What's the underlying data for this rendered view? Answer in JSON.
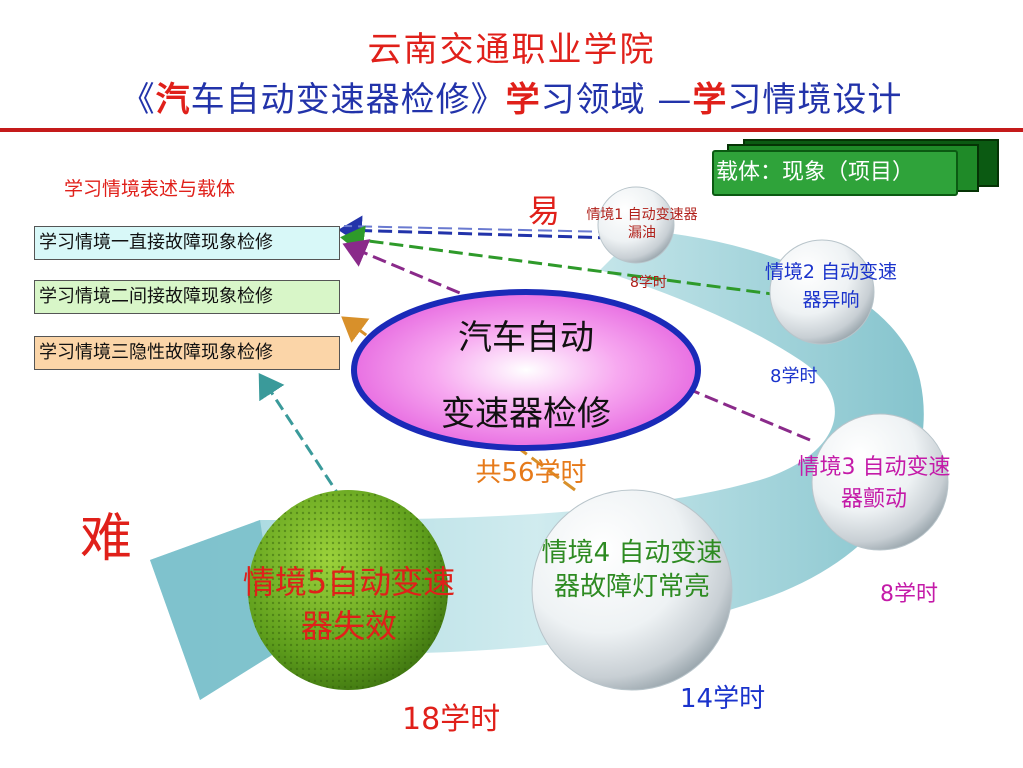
{
  "header": {
    "title": "云南交通职业学院",
    "subtitle_prefix": "《",
    "subtitle_bold1": "汽",
    "subtitle_mid": "车自动变速器检修》",
    "subtitle_bold2": "学",
    "subtitle_mid2": "习领域 —",
    "subtitle_bold3": "学",
    "subtitle_end": "习情境设计"
  },
  "legend": {
    "caption": "学习情境表述与载体",
    "boxes": [
      {
        "label": "学习情境一直接故障现象检修",
        "color": "#d8f8f8"
      },
      {
        "label": "学习情境二间接故障现象检修",
        "color": "#d8f6c8"
      },
      {
        "label": "学习情境三隐性故障现象检修",
        "color": "#fbd5a8"
      }
    ]
  },
  "carrier": {
    "label": "载体：现象（项目）"
  },
  "center": {
    "line1": "汽车自动",
    "line2": "变速器检修",
    "total": "共56学时"
  },
  "difficulty": {
    "easy": "易",
    "hard": "难"
  },
  "situations": [
    {
      "line1": "情境1 自动变速器",
      "line2": "漏油",
      "hours": "8学时",
      "color": "#b0201a"
    },
    {
      "line1": "情境2 自动变速",
      "line2": "器异响",
      "hours": "8学时",
      "color": "#1a33cc"
    },
    {
      "line1": "情境3 自动变速",
      "line2": "器颤动",
      "hours": "8学时",
      "color": "#c41aa8"
    },
    {
      "line1": "情境4 自动变速",
      "line2": "器故障灯常亮",
      "hours": "14学时",
      "color": "#2e8b22"
    },
    {
      "line1": "情境5自动变速",
      "line2": "器失效",
      "hours": "18学时",
      "color": "#e0201a"
    }
  ],
  "colors": {
    "hours4": "#1a33cc"
  }
}
